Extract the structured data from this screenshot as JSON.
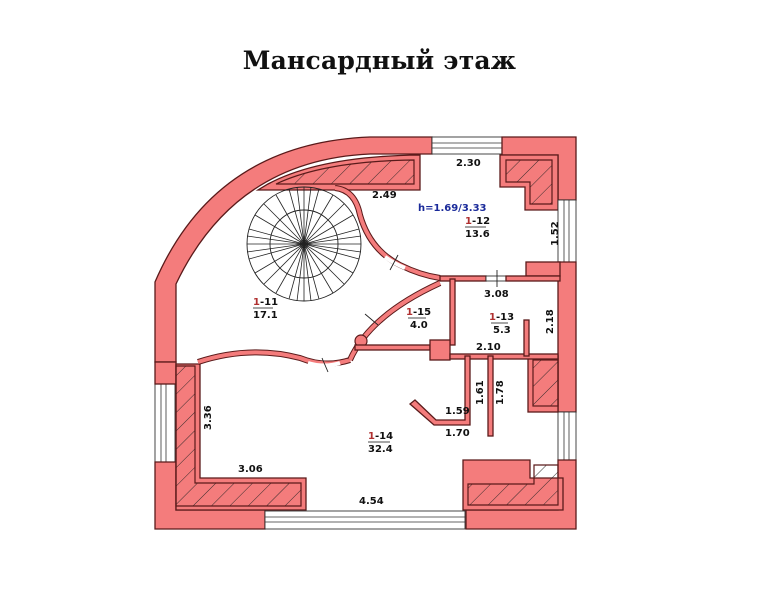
{
  "title": "Мансардный этаж",
  "colors": {
    "wall": "#f47c7c",
    "wall_outline": "#5a1a1a",
    "room_floor_number": "#b03030",
    "height_label": "#1a2a9a"
  },
  "height_label": "h=1.69/3.33",
  "rooms": [
    {
      "floor": "1",
      "number": "-11",
      "area": "17.1"
    },
    {
      "floor": "1",
      "number": "-12",
      "area": "13.6"
    },
    {
      "floor": "1",
      "number": "-13",
      "area": "5.3"
    },
    {
      "floor": "1",
      "number": "-14",
      "area": "32.4"
    },
    {
      "floor": "1",
      "number": "-15",
      "area": "4.0"
    }
  ],
  "dimensions": {
    "d_230": "2.30",
    "d_249": "2.49",
    "d_152": "1.52",
    "d_308": "3.08",
    "d_218": "2.18",
    "d_210": "2.10",
    "d_161": "1.61",
    "d_178": "1.78",
    "d_159": "1.59",
    "d_170": "1.70",
    "d_336": "3.36",
    "d_306": "3.06",
    "d_454": "4.54"
  }
}
